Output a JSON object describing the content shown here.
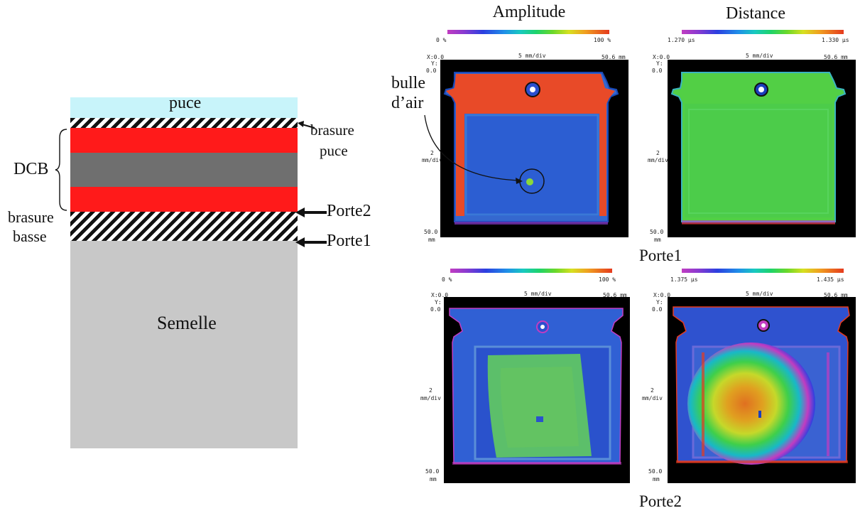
{
  "diagram": {
    "layers": {
      "puce": "puce",
      "brasure_puce": [
        "brasure",
        "puce"
      ],
      "dcb": "DCB",
      "brasure_basse": [
        "brasure",
        "basse"
      ],
      "semelle": "Semelle"
    },
    "gates": {
      "porte2": "Porte2",
      "porte1": "Porte1"
    },
    "colors": {
      "puce": "#c8f4fa",
      "copper": "#ff1a1a",
      "ceramic": "#6f6f6f",
      "semelle": "#c8c8c8"
    }
  },
  "scans": {
    "col_titles": {
      "amplitude": "Amplitude",
      "distance": "Distance"
    },
    "row_labels": {
      "porte1": "Porte1",
      "porte2": "Porte2"
    },
    "annotation": [
      "bulle",
      "d’air"
    ],
    "top_left": {
      "scale_min": "0 %",
      "scale_max": "100 %",
      "x_min": "X:0.0",
      "x_div": "5 mm/div",
      "x_max": "50.6 mm",
      "y_top": "Y:",
      "y_top_val": "0.0",
      "y_div_a": "2",
      "y_div_b": "mm/div",
      "y_max_a": "50.0",
      "y_max_b": "mm"
    },
    "top_right": {
      "scale_min": "1.270 µs",
      "scale_max": "1.330 µs",
      "x_min": "X:0.0",
      "x_div": "5 mm/div",
      "x_max": "50.6 mm",
      "y_top": "Y:",
      "y_top_val": "0.0",
      "y_div_a": "2",
      "y_div_b": "mm/div",
      "y_max_a": "50.0",
      "y_max_b": "mm"
    },
    "bottom_left": {
      "scale_min": "0 %",
      "scale_max": "100 %",
      "x_min": "X:0.0",
      "x_div": "5 mm/div",
      "x_max": "50.6 mm",
      "y_top": "Y:",
      "y_top_val": "0.0",
      "y_div_a": "2",
      "y_div_b": "mm/div",
      "y_max_a": "50.0",
      "y_max_b": "mm"
    },
    "bottom_right": {
      "scale_min": "1.375 µs",
      "scale_max": "1.435 µs",
      "x_min": "X:0.0",
      "x_div": "5 mm/div",
      "x_max": "50.6 mm",
      "y_top": "Y:",
      "y_top_val": "0.0",
      "y_div_a": "2",
      "y_div_b": "mm/div",
      "y_max_a": "50.0",
      "y_max_b": "mm"
    }
  }
}
